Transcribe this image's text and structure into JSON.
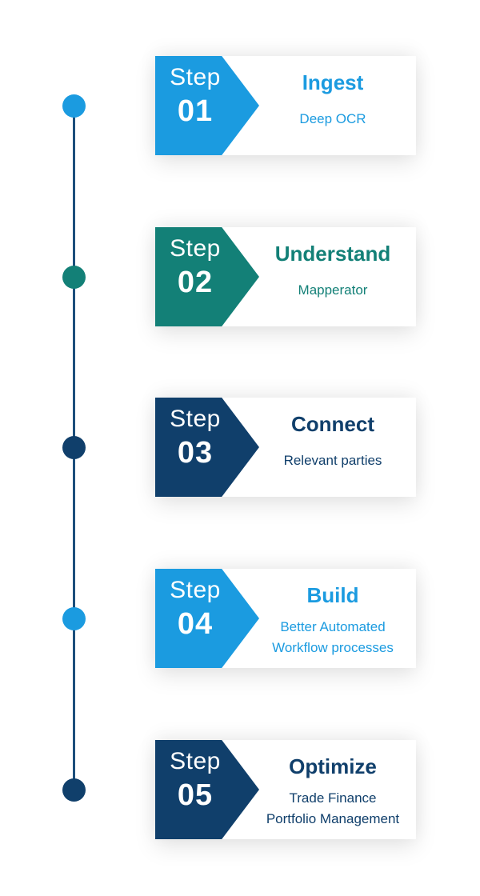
{
  "steps": [
    {
      "step_word": "Step",
      "number": "01",
      "title": "Ingest",
      "subtitle_lines": [
        "Deep OCR"
      ],
      "color": "#1b9be0",
      "title_color": "#1b9be0",
      "sub_color": "#1b9be0"
    },
    {
      "step_word": "Step",
      "number": "02",
      "title": "Understand",
      "subtitle_lines": [
        "Mapperator"
      ],
      "color": "#138077",
      "title_color": "#138077",
      "sub_color": "#138077"
    },
    {
      "step_word": "Step",
      "number": "03",
      "title": "Connect",
      "subtitle_lines": [
        "Relevant parties"
      ],
      "color": "#103f6b",
      "title_color": "#103f6b",
      "sub_color": "#103f6b"
    },
    {
      "step_word": "Step",
      "number": "04",
      "title": "Build",
      "subtitle_lines": [
        "Better Automated",
        "Workflow processes"
      ],
      "color": "#1b9be0",
      "title_color": "#1b9be0",
      "sub_color": "#1b9be0"
    },
    {
      "step_word": "Step",
      "number": "05",
      "title": "Optimize",
      "subtitle_lines": [
        "Trade Finance",
        "Portfolio Management"
      ],
      "color": "#103f6b",
      "title_color": "#103f6b",
      "sub_color": "#103f6b"
    }
  ],
  "timeline": {
    "line_color": "#1d4f7c"
  }
}
